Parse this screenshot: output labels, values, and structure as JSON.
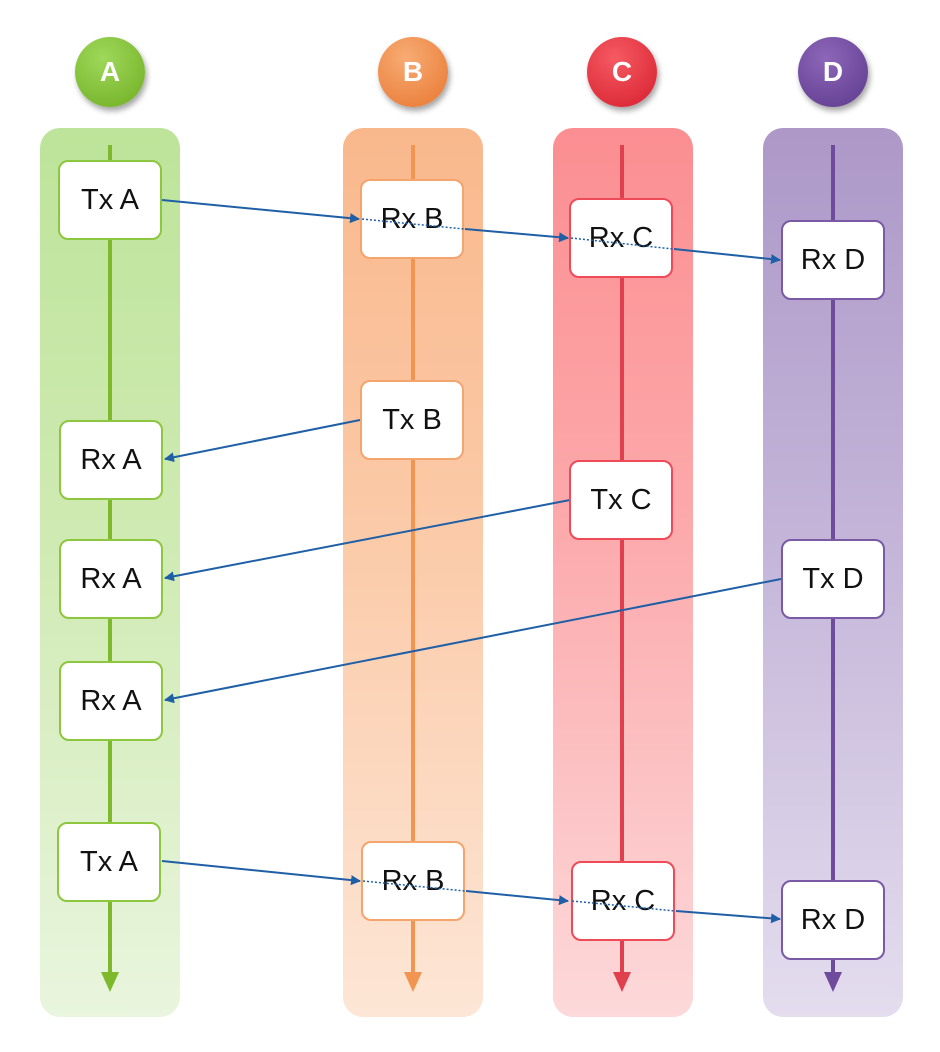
{
  "nodes": {
    "a": "A",
    "b": "B",
    "c": "C",
    "d": "D"
  },
  "boxes": {
    "a1": "Tx A",
    "a2": "Rx A",
    "a3": "Rx A",
    "a4": "Rx A",
    "a5": "Tx A",
    "b1": "Rx B",
    "b2": "Tx B",
    "b3": "Rx B",
    "c1": "Rx C",
    "c2": "Tx C",
    "c3": "Rx C",
    "d1": "Rx D",
    "d2": "Tx D",
    "d3": "Rx D"
  },
  "colors": {
    "arrow": "#1f5fa6",
    "lane_a": "#7db92a",
    "lane_b": "#f29553",
    "lane_c": "#e0404d",
    "lane_d": "#6e4c9b"
  }
}
